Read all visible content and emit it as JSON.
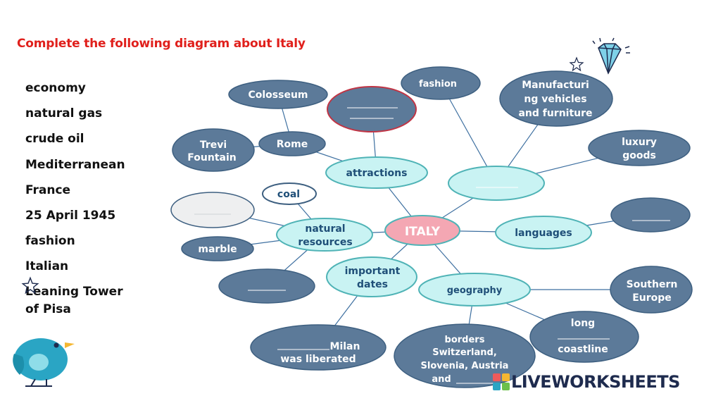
{
  "title": "Complete the following diagram about Italy",
  "word_bank": [
    "economy",
    "natural gas",
    "crude oil",
    "Mediterranean",
    "France",
    "25 April 1945",
    "fashion",
    "Italian",
    "Leaning Tower",
    "of Pisa"
  ],
  "nodes": {
    "italy": "ITALY",
    "attractions": "attractions",
    "natural_resources_1": "natural",
    "natural_resources_2": "resources",
    "important_dates_1": "important",
    "important_dates_2": "dates",
    "geography": "geography",
    "languages": "languages",
    "colosseum": "Colosseum",
    "rome": "Rome",
    "trevi_1": "Trevi",
    "trevi_2": "Fountain",
    "fashion": "fashion",
    "manufacturing_1": "Manufacturi",
    "manufacturing_2": "ng vehicles",
    "manufacturing_3": "and furniture",
    "luxury_1": "luxury",
    "luxury_2": "goods",
    "coal": "coal",
    "marble": "marble",
    "milan_1": "Milan",
    "milan_2": "was liberated",
    "borders_1": "borders",
    "borders_2": "Switzerland,",
    "borders_3": "Slovenia, Austria",
    "borders_4": "and",
    "long_1": "long",
    "long_2": "coastline",
    "southern_1": "Southern",
    "southern_2": "Europe"
  },
  "colors": {
    "title_red": "#e0201c",
    "dark_node_fill": "#5c7a99",
    "dark_node_text": "#ffffff",
    "light_node_fill": "#c9f3f3",
    "light_node_stroke": "#4fb3b6",
    "light_node_text": "#1f4f78",
    "center_fill": "#f4a7b3",
    "center_stroke": "#4fb3b6",
    "center_text": "#ffffff",
    "accent_border_red": "#c03545",
    "line": "#3d6fa0",
    "bird_body": "#2aa5c4",
    "bird_beak": "#f5b731"
  },
  "brand": "LIVEWORKSHEETS"
}
